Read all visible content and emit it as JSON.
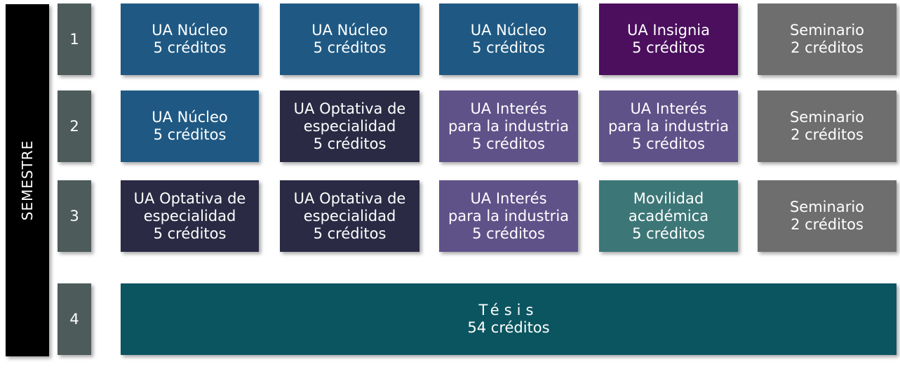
{
  "axis_label": "SEMESTRE",
  "colors": {
    "nucleo": "#1f5983",
    "optativa": "#2a2a44",
    "interes": "#5f5289",
    "insignia": "#4b0f5e",
    "movilidad": "#3d7677",
    "seminario": "#6e6e6e",
    "tesis": "#0b5560",
    "semester_box": "#4d5b5b",
    "semester_bar": "#000000"
  },
  "rows": [
    {
      "number": "1",
      "cells": [
        {
          "lines": [
            "UA Núcleo",
            "5 créditos"
          ],
          "kind": "nucleo"
        },
        {
          "lines": [
            "UA Núcleo",
            "5 créditos"
          ],
          "kind": "nucleo"
        },
        {
          "lines": [
            "UA Núcleo",
            "5 créditos"
          ],
          "kind": "nucleo"
        },
        {
          "lines": [
            "UA Insignia",
            "5 créditos"
          ],
          "kind": "insignia"
        },
        {
          "lines": [
            "Seminario",
            "2 créditos"
          ],
          "kind": "seminario"
        }
      ]
    },
    {
      "number": "2",
      "cells": [
        {
          "lines": [
            "UA Núcleo",
            "5 créditos"
          ],
          "kind": "nucleo"
        },
        {
          "lines": [
            "UA Optativa de",
            "especialidad",
            "5 créditos"
          ],
          "kind": "optativa"
        },
        {
          "lines": [
            "UA Interés",
            "para la industria",
            "5 créditos"
          ],
          "kind": "interes"
        },
        {
          "lines": [
            "UA Interés",
            "para la industria",
            "5 créditos"
          ],
          "kind": "interes"
        },
        {
          "lines": [
            "Seminario",
            "2 créditos"
          ],
          "kind": "seminario"
        }
      ]
    },
    {
      "number": "3",
      "cells": [
        {
          "lines": [
            "UA Optativa de",
            "especialidad",
            "5 créditos"
          ],
          "kind": "optativa"
        },
        {
          "lines": [
            "UA Optativa de",
            "especialidad",
            "5 créditos"
          ],
          "kind": "optativa"
        },
        {
          "lines": [
            "UA Interés",
            "para la industria",
            "5 créditos"
          ],
          "kind": "interes"
        },
        {
          "lines": [
            "Movilidad",
            "académica",
            "5 créditos"
          ],
          "kind": "movilidad"
        },
        {
          "lines": [
            "Seminario",
            "2 créditos"
          ],
          "kind": "seminario"
        }
      ]
    }
  ],
  "tesis": {
    "number": "4",
    "title": "Tésis",
    "credits": "54 créditos"
  }
}
